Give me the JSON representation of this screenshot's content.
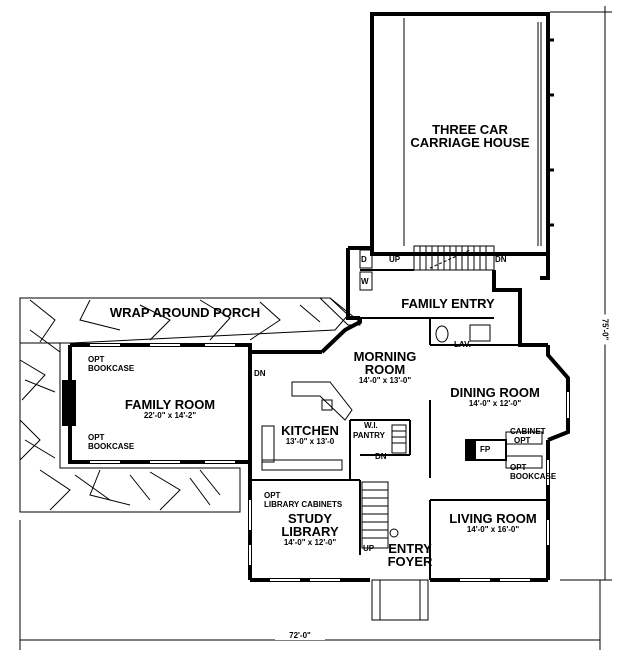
{
  "rooms": {
    "garage": {
      "name_line1": "THREE CAR",
      "name_line2": "CARRIAGE HOUSE"
    },
    "porch": {
      "name": "WRAP AROUND PORCH"
    },
    "family_entry": {
      "name": "FAMILY ENTRY"
    },
    "morning_room": {
      "name_line1": "MORNING",
      "name_line2": "ROOM",
      "size": "14'-0\" x 13'-0\""
    },
    "family_room": {
      "name": "FAMILY ROOM",
      "size": "22'-0\" x 14'-2\""
    },
    "kitchen": {
      "name": "KITCHEN",
      "size": "13'-0\" x 13'-0"
    },
    "dining_room": {
      "name": "DINING ROOM",
      "size": "14'-0\" x 12'-0\""
    },
    "living_room": {
      "name": "LIVING ROOM",
      "size": "14'-0\" x 16'-0\""
    },
    "study": {
      "name_line1": "STUDY",
      "name_line2": "LIBRARY",
      "size": "14'-0\" x 12'-0\""
    },
    "entry_foyer": {
      "name_line1": "ENTRY",
      "name_line2": "FOYER"
    }
  },
  "notes": {
    "opt_bookcase_top_1": "OPT",
    "opt_bookcase_top_2": "BOOKCASE",
    "opt_bookcase_bottom_1": "OPT",
    "opt_bookcase_bottom_2": "BOOKCASE",
    "library_cabinets_1": "OPT",
    "library_cabinets_2": "LIBRARY CABINETS",
    "cabinet_opt_1": "CABINET",
    "cabinet_opt_2": "OPT",
    "dining_opt_bookcase_1": "OPT",
    "dining_opt_bookcase_2": "BOOKCASE",
    "fireplace": "FP",
    "lav": "LAV.",
    "pantry": "PANTRY",
    "walk_in": "W.I.",
    "washer": "W",
    "dryer": "D",
    "up_top": "UP",
    "dn_top": "DN",
    "dn_family": "DN",
    "dn_stair": "DN",
    "up_stair": "UP"
  },
  "dimensions": {
    "width": "72'-0\"",
    "depth": "75'-0\""
  }
}
